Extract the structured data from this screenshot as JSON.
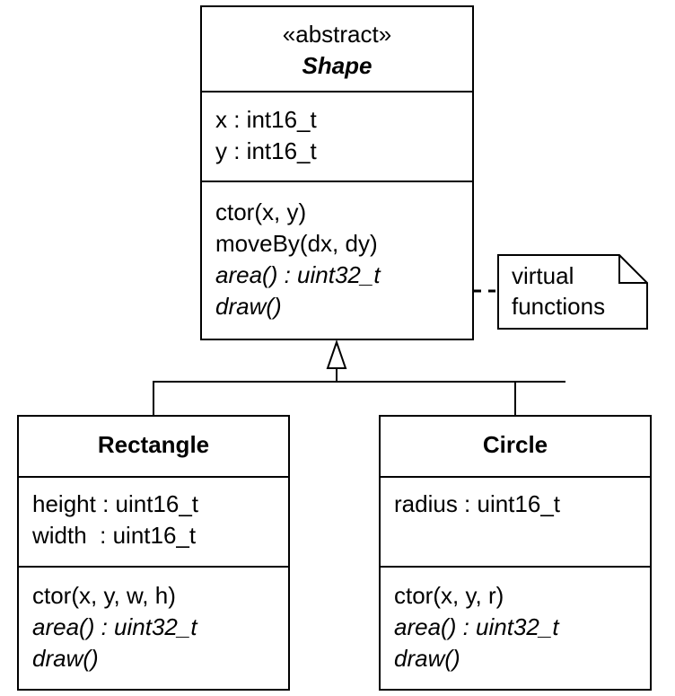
{
  "shape": {
    "stereotype": "«abstract»",
    "name": "Shape",
    "attributes": [
      "x : int16_t",
      "y : int16_t"
    ],
    "operations": [
      {
        "text": "ctor(x, y)",
        "italic": false
      },
      {
        "text": "moveBy(dx, dy)",
        "italic": false
      },
      {
        "text": "area() : uint32_t",
        "italic": true
      },
      {
        "text": "draw()",
        "italic": true
      }
    ]
  },
  "rectangle": {
    "name": "Rectangle",
    "attributes": [
      "height : uint16_t",
      "width  : uint16_t"
    ],
    "operations": [
      {
        "text": "ctor(x, y, w, h)",
        "italic": false
      },
      {
        "text": "area() : uint32_t",
        "italic": true
      },
      {
        "text": "draw()",
        "italic": true
      }
    ]
  },
  "circle": {
    "name": "Circle",
    "attributes": [
      "radius : uint16_t"
    ],
    "operations": [
      {
        "text": "ctor(x, y, r)",
        "italic": false
      },
      {
        "text": "area() : uint32_t",
        "italic": true
      },
      {
        "text": "draw()",
        "italic": true
      }
    ]
  },
  "note": {
    "lines": [
      "virtual",
      "functions"
    ]
  }
}
